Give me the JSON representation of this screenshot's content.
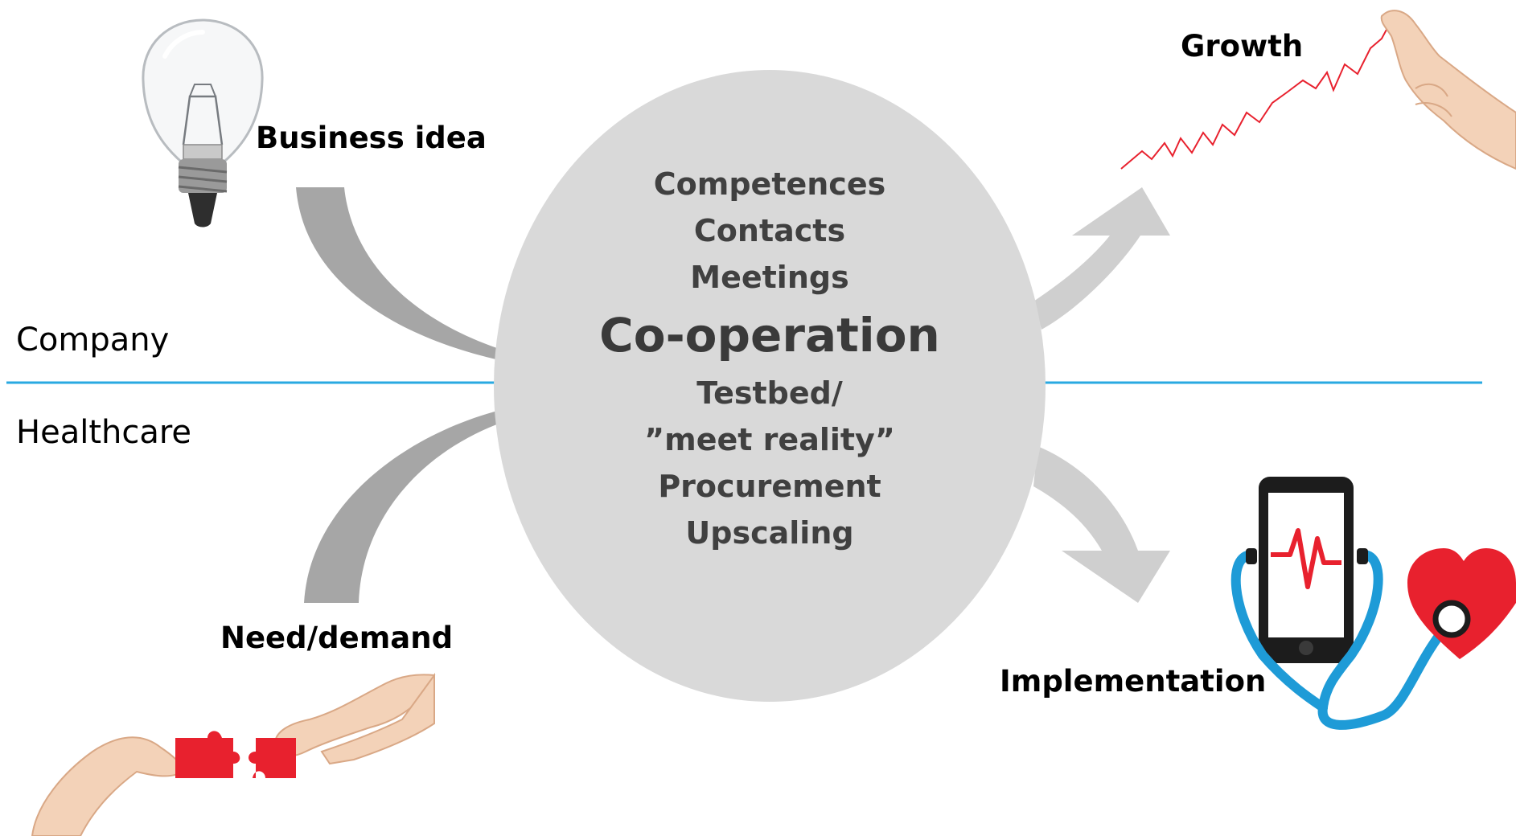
{
  "regions": {
    "top_label": "Company",
    "bottom_label": "Healthcare"
  },
  "inputs": {
    "idea_label": "Business idea",
    "need_label": "Need/demand"
  },
  "outputs": {
    "growth_label": "Growth",
    "implementation_label": "Implementation"
  },
  "center": {
    "items_above": [
      "Competences",
      "Contacts",
      "Meetings"
    ],
    "title": "Co-operation",
    "items_below": [
      "Testbed/",
      "”meet reality”",
      "Procurement",
      "Upscaling"
    ]
  },
  "icons": {
    "idea": "light-bulb-icon",
    "need": "puzzle-hands-icon",
    "growth": "growth-chart-pointing-hand-icon",
    "implementation": "phone-stethoscope-heart-icon"
  },
  "colors": {
    "divider": "#29a9e1",
    "ellipse": "#d9d9d9",
    "arrow_dark": "#a6a6a6",
    "arrow_light": "#cfcfcf",
    "accent_red": "#e8212e",
    "stethoscope_blue": "#1e9bd7",
    "center_text": "#404040"
  }
}
